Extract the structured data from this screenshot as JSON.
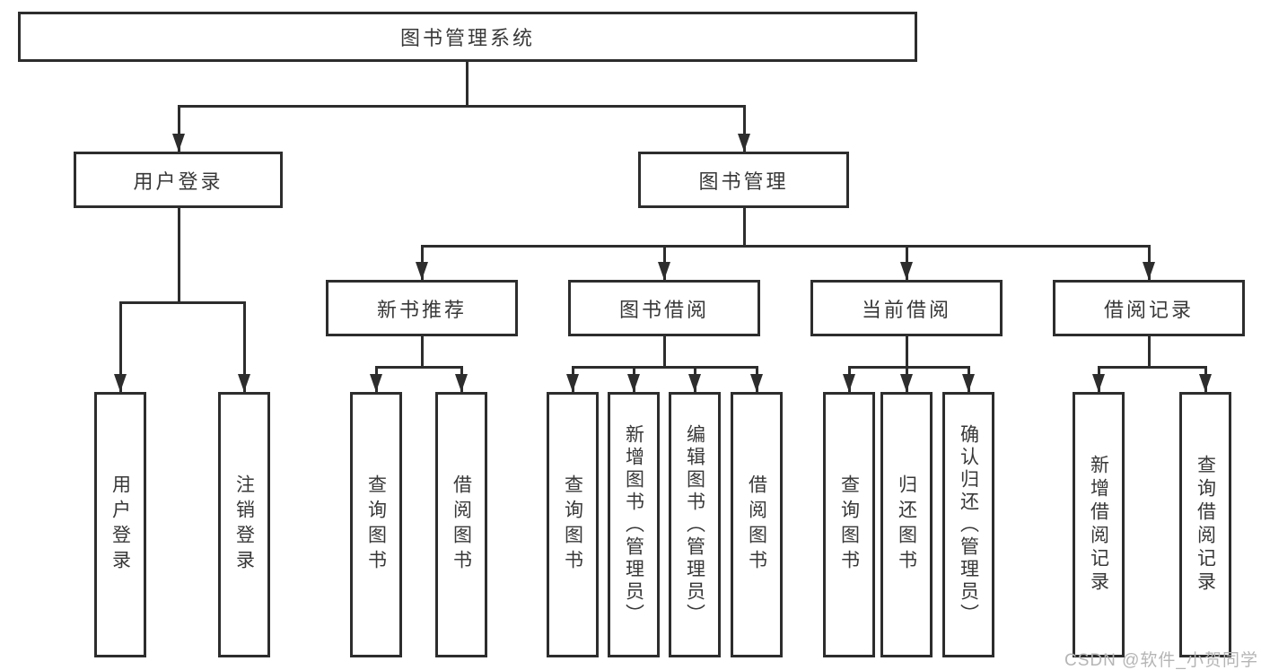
{
  "diagram": {
    "title": "图书管理系统",
    "colors": {
      "line": "#2d2d2d",
      "text": "#383838",
      "background": "#ffffff",
      "watermark": "#b5b5b5"
    },
    "nodes": {
      "root": {
        "label": "图书管理系统"
      },
      "user_login": {
        "label": "用户登录"
      },
      "book_mgmt": {
        "label": "图书管理"
      },
      "new_book_rec": {
        "label": "新书推荐"
      },
      "book_borrowing": {
        "label": "图书借阅"
      },
      "current_borrowing": {
        "label": "当前借阅"
      },
      "borrow_records": {
        "label": "借阅记录"
      },
      "leaf_user_login": {
        "label": "用户登录"
      },
      "leaf_logout": {
        "label": "注销登录"
      },
      "leaf_nbr_query_books": {
        "label": "查询图书"
      },
      "leaf_nbr_borrow_books": {
        "label": "借阅图书"
      },
      "leaf_bb_query_books": {
        "label": "查询图书"
      },
      "leaf_bb_add_books": {
        "label": "新增图书（管理员）"
      },
      "leaf_bb_edit_books": {
        "label": "编辑图书（管理员）"
      },
      "leaf_bb_borrow_books": {
        "label": "借阅图书"
      },
      "leaf_cb_query_books": {
        "label": "查询图书"
      },
      "leaf_cb_return_books": {
        "label": "归还图书"
      },
      "leaf_cb_confirm_return": {
        "label": "确认归还（管理员）"
      },
      "leaf_br_add_record": {
        "label": "新增借阅记录"
      },
      "leaf_br_query_record": {
        "label": "查询借阅记录"
      }
    },
    "hierarchy": {
      "图书管理系统": {
        "用户登录": [
          "用户登录",
          "注销登录"
        ],
        "图书管理": {
          "新书推荐": [
            "查询图书",
            "借阅图书"
          ],
          "图书借阅": [
            "查询图书",
            "新增图书（管理员）",
            "编辑图书（管理员）",
            "借阅图书"
          ],
          "当前借阅": [
            "查询图书",
            "归还图书",
            "确认归还（管理员）"
          ],
          "借阅记录": [
            "新增借阅记录",
            "查询借阅记录"
          ]
        }
      }
    },
    "watermark": "CSDN @软件_小贺同学"
  }
}
